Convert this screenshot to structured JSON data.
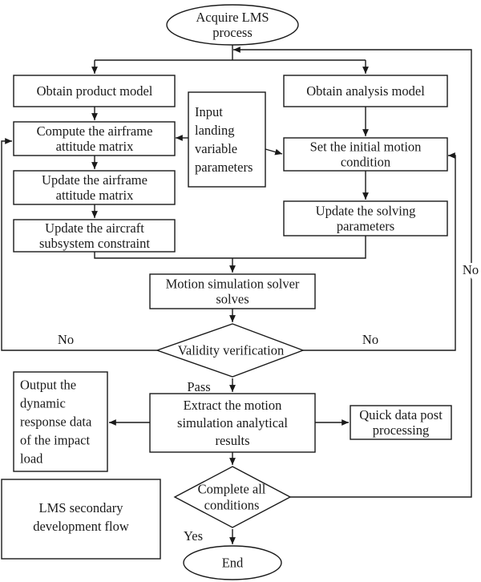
{
  "nodes": {
    "start": [
      "Acquire LMS",
      "process"
    ],
    "product_model": [
      "Obtain product model"
    ],
    "analysis_model": [
      "Obtain analysis model"
    ],
    "compute_attitude": [
      "Compute the airframe",
      "attitude matrix"
    ],
    "input_params": [
      "Input",
      "landing",
      "variable",
      "parameters"
    ],
    "initial_motion": [
      "Set the initial motion",
      "condition"
    ],
    "update_attitude": [
      "Update the airframe",
      "attitude matrix"
    ],
    "update_solving": [
      "Update the solving",
      "parameters"
    ],
    "update_subsystem": [
      "Update the aircraft",
      "subsystem constraint"
    ],
    "solver": [
      "Motion simulation solver",
      "solves"
    ],
    "validity": [
      "Validity verification"
    ],
    "output_dynamic": [
      "Output the",
      "dynamic",
      "response data",
      "of the impact",
      "load"
    ],
    "extract_results": [
      "Extract the motion",
      "simulation analytical",
      "results"
    ],
    "quick_post": [
      "Quick data post",
      "processing"
    ],
    "complete_all": [
      "Complete all",
      "conditions"
    ],
    "end": [
      "End"
    ],
    "caption": [
      "LMS secondary",
      "development flow"
    ]
  },
  "edge_labels": {
    "no_left": "No",
    "no_right": "No",
    "no_outer": "No",
    "pass": "Pass",
    "yes": "Yes"
  }
}
